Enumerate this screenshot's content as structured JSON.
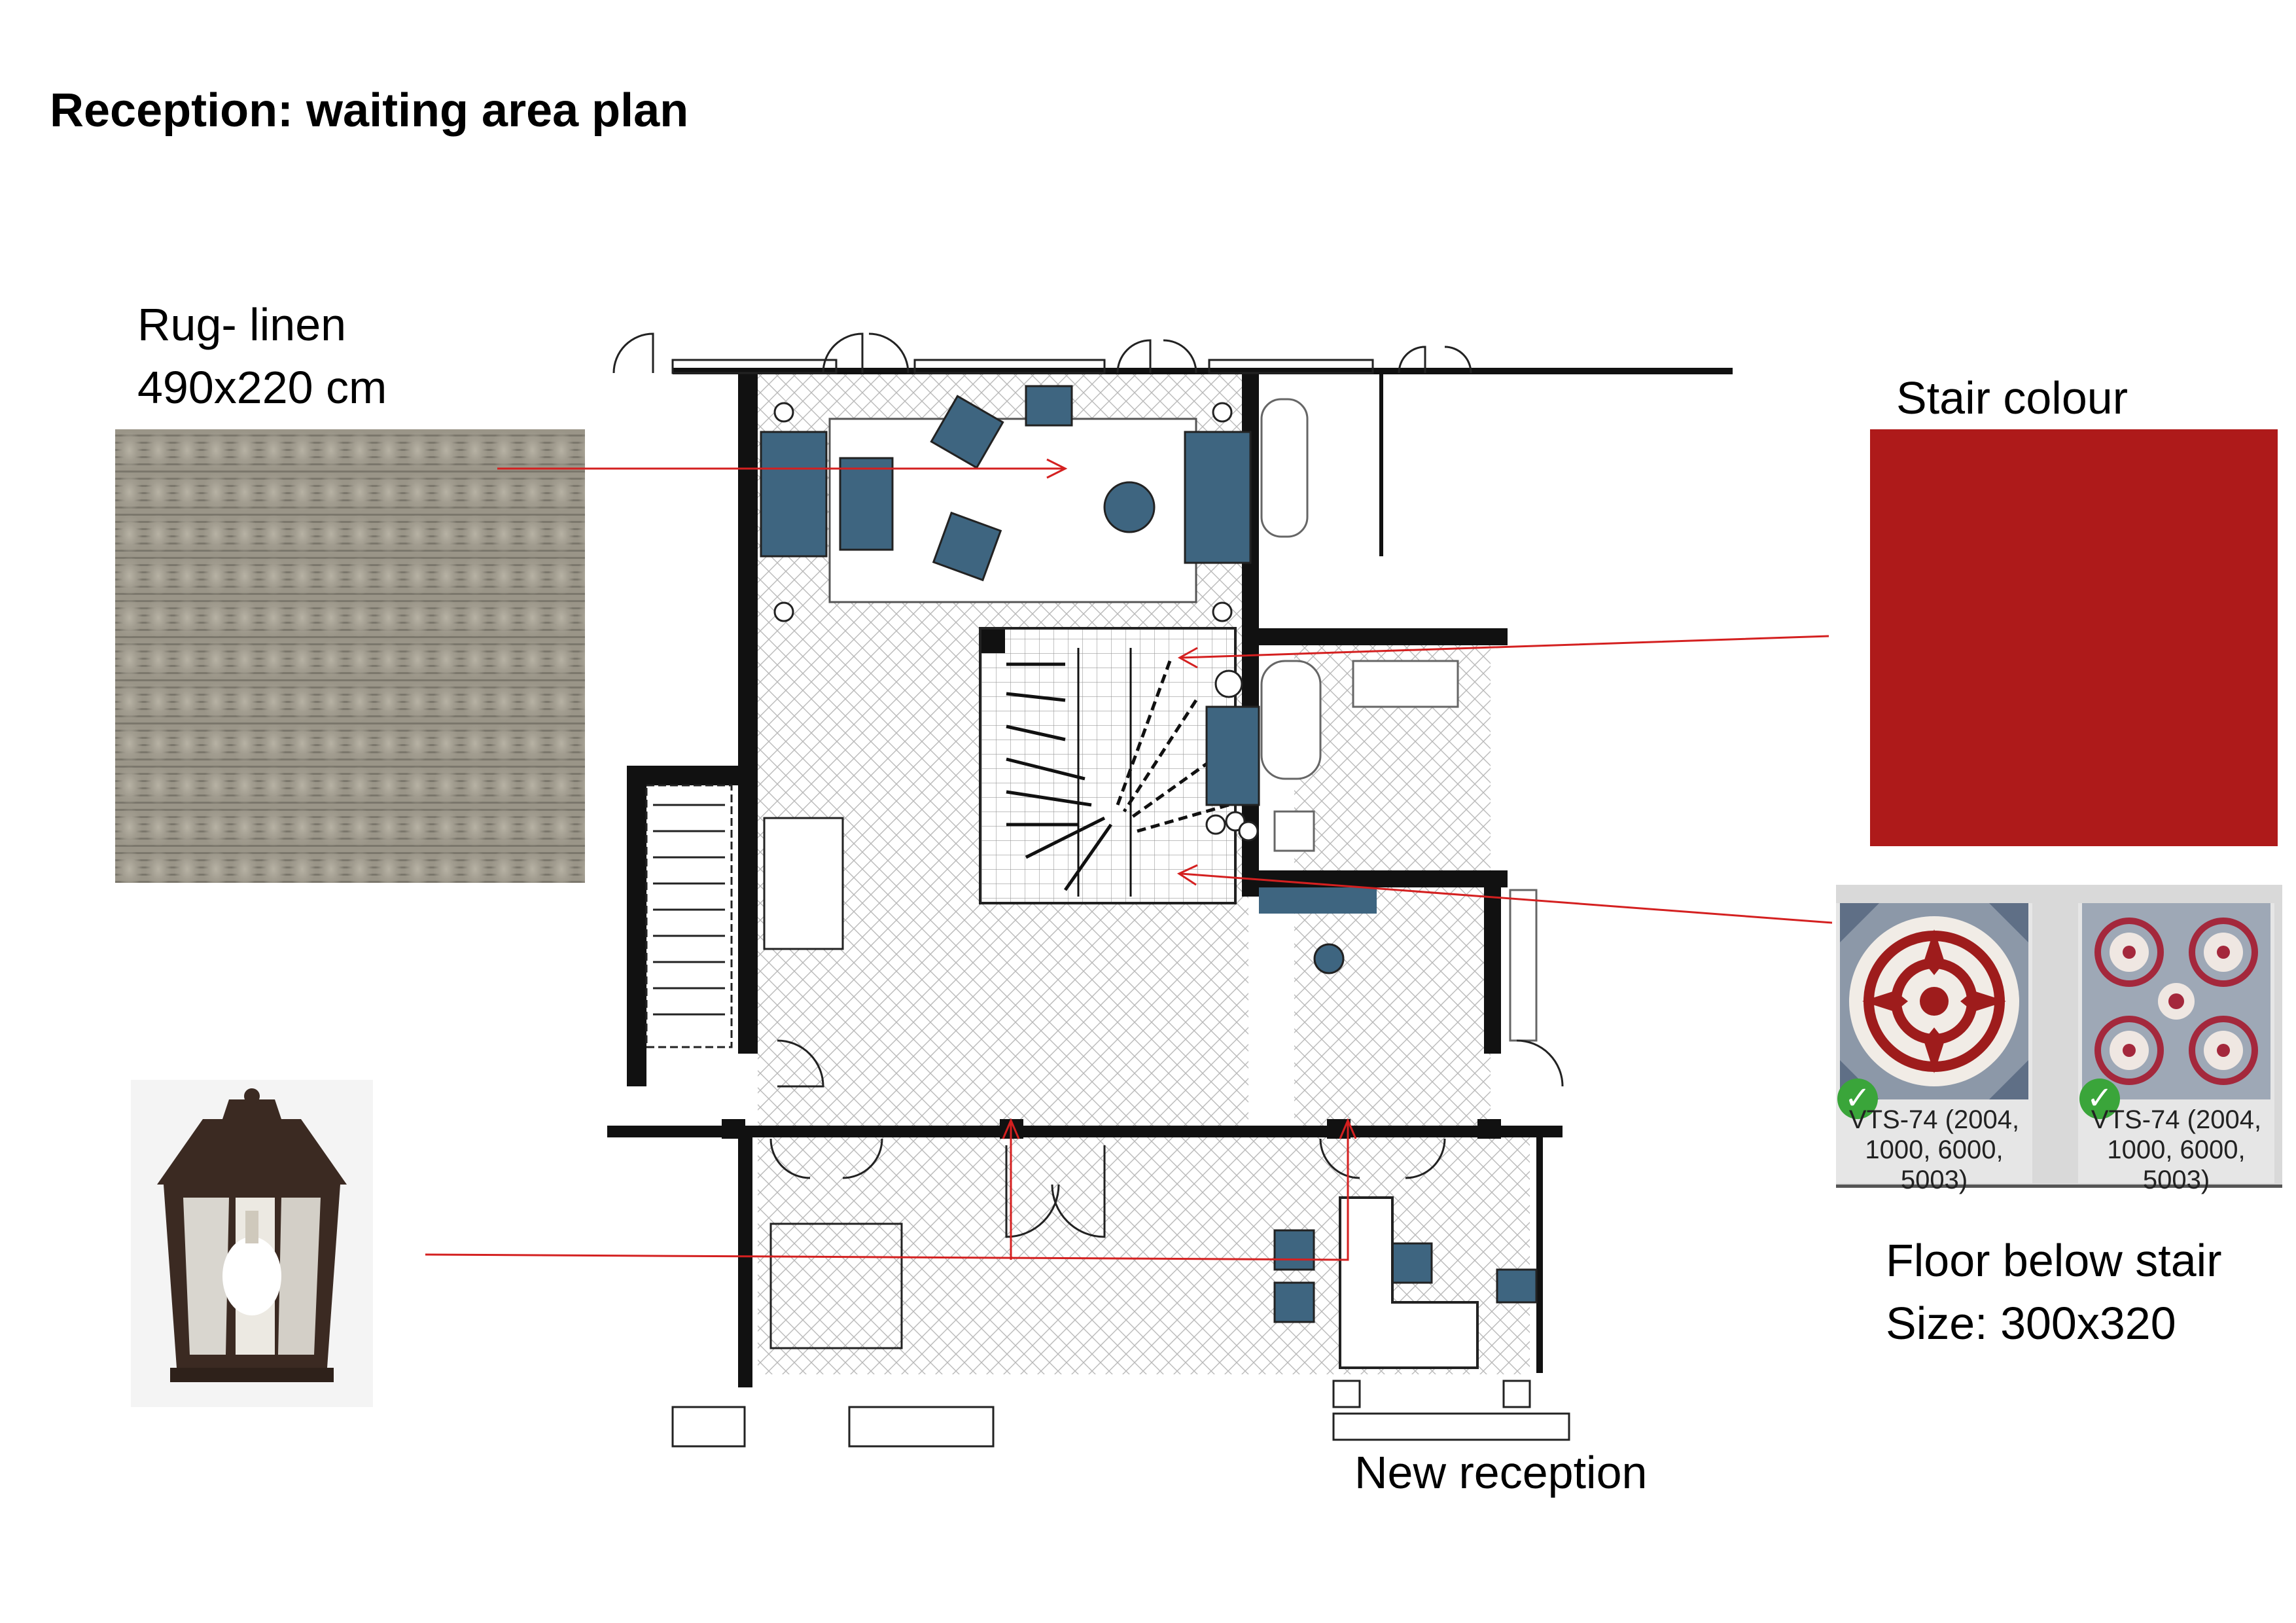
{
  "title": "Reception: waiting area plan",
  "rug": {
    "label_line1": "Rug- linen",
    "label_line2": "490x220 cm"
  },
  "stair": {
    "label": "Stair colour",
    "colour": "#ae1a1a"
  },
  "floor": {
    "label_line1": "Floor below stair",
    "label_line2": "Size: 300x320",
    "tiles": [
      {
        "code_line1": "VTS-74 (2004,",
        "code_line2": "1000, 6000, 5003)"
      },
      {
        "code_line1": "VTS-74 (2004,",
        "code_line2": "1000, 6000, 5003)"
      }
    ]
  },
  "plan": {
    "caption": "New reception",
    "furniture_colour": "#3e6580",
    "leader_colour": "#d42020"
  },
  "icons": [
    "rug-texture-image",
    "wall-lantern-icon",
    "checkmark-icon",
    "encaustic-tile-image"
  ]
}
